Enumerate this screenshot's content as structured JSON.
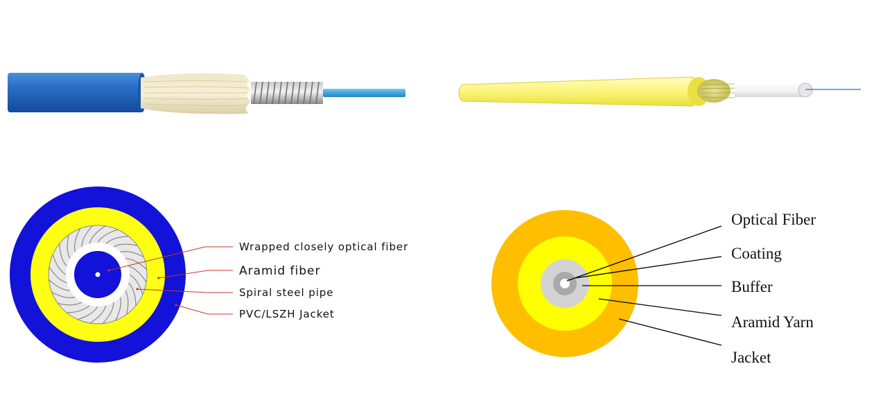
{
  "left_diagram": {
    "labels": [
      "Wrapped closely optical fiber",
      "Aramid fiber",
      "Spiral steel pipe",
      "PVC/LSZH Jacket"
    ]
  },
  "right_diagram": {
    "labels": [
      "Optical Fiber",
      "Coating",
      "Buffer",
      "Aramid Yarn",
      "Jacket"
    ]
  },
  "colors": {
    "blue_jacket": "#1212d8",
    "yellow_aramid": "#ffff14",
    "steel": "#e8e8e8",
    "orange_jacket": "#ffbf00",
    "yellow_coating": "#ffff00",
    "buffer_grey": "#d3d3d3",
    "leader_red": "#c0392b"
  }
}
